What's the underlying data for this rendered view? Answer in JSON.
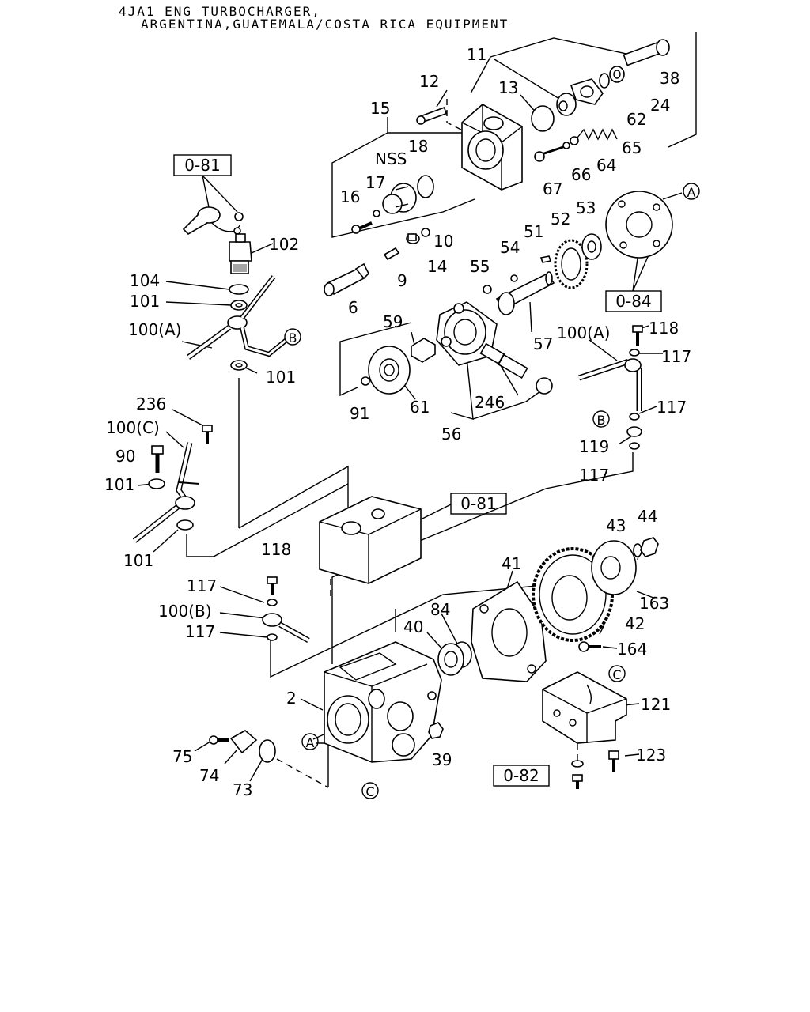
{
  "title": {
    "line1": "4JA1 ENG TURBOCHARGER,",
    "line2": "ARGENTINA,GUATEMALA/COSTA RICA EQUIPMENT"
  },
  "labels": {
    "p11": "11",
    "p12": "12",
    "p13": "13",
    "p15": "15",
    "p18": "18",
    "nss": "NSS",
    "p17": "17",
    "p16": "16",
    "p38": "38",
    "p24": "24",
    "p62": "62",
    "p65": "65",
    "p64": "64",
    "p66": "66",
    "p67": "67",
    "p102": "102",
    "p104": "104",
    "p101a": "101",
    "p100a": "100(A)",
    "p101b": "101",
    "p10": "10",
    "p14": "14",
    "p9": "9",
    "p6": "6",
    "p55": "55",
    "p54": "54",
    "p51": "51",
    "p52": "52",
    "p53": "53",
    "p59": "59",
    "p57": "57",
    "p100a2": "100(A)",
    "p118a": "118",
    "p117a": "117",
    "p117b": "117",
    "p119": "119",
    "p117c": "117",
    "p91": "91",
    "p61": "61",
    "p246": "246",
    "p56": "56",
    "p236": "236",
    "p100c": "100(C)",
    "p90": "90",
    "p101c": "101",
    "p101d": "101",
    "p118b": "118",
    "p117d": "117",
    "p100b": "100(B)",
    "p117e": "117",
    "p41": "41",
    "p84": "84",
    "p40": "40",
    "p43": "43",
    "p44": "44",
    "p163": "163",
    "p42": "42",
    "p164": "164",
    "p2": "2",
    "p121": "121",
    "p123": "123",
    "p75": "75",
    "p74": "74",
    "p73": "73",
    "p39": "39"
  },
  "refs": {
    "r081a": "0-81",
    "r084": "0-84",
    "r081b": "0-81",
    "r082": "0-82"
  },
  "callouts": {
    "a1": "A",
    "b1": "B",
    "b2": "B",
    "c1": "C",
    "a2": "A",
    "c2": "C"
  }
}
